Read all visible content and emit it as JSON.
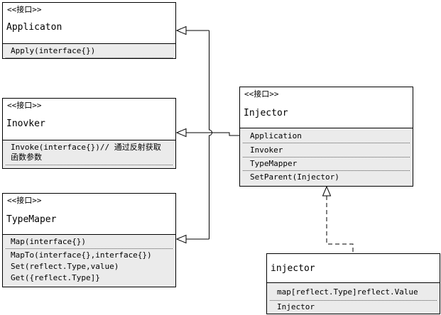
{
  "classes": {
    "applicaton": {
      "stereotype": "<<接口>>",
      "name": "Applicaton",
      "members": [
        "Apply(interface{})"
      ]
    },
    "inovker": {
      "stereotype": "<<接口>>",
      "name": "Inovker",
      "members": [
        "Invoke(interface{})// 通过反射获取",
        "函数参数"
      ]
    },
    "typemaper": {
      "stereotype": "<<接口>>",
      "name": "TypeMaper",
      "members": [
        "Map(interface{})",
        "MapTo(interface{},interface{})",
        "Set(reflect.Type,value)",
        "Get({reflect.Type]}"
      ]
    },
    "injector_interface": {
      "stereotype": "<<接口>>",
      "name": "Injector",
      "members": [
        "Application",
        "Invoker",
        "TypeMapper",
        "SetParent(Injector)"
      ]
    },
    "injector_impl": {
      "name": "injector",
      "members": [
        "map[reflect.Type]reflect.Value",
        "Injector"
      ]
    }
  },
  "relations": {
    "inheritance": [
      "Injector → Applicaton",
      "Injector → Inovker",
      "Injector → TypeMaper"
    ],
    "realization": [
      "injector → Injector"
    ]
  }
}
